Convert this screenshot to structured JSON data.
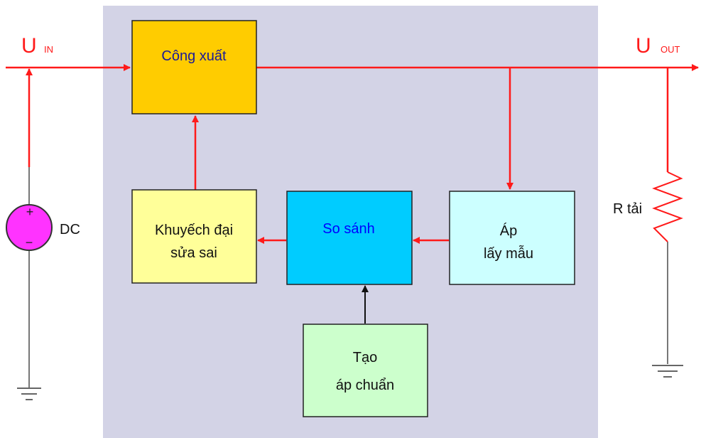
{
  "labels": {
    "u_in": "U",
    "u_in_sub": "IN",
    "u_out": "U",
    "u_out_sub": "OUT",
    "dc": "DC",
    "source_plus": "+",
    "source_minus": "−",
    "r_load": "R tải"
  },
  "blocks": {
    "power": {
      "line1": "Công xuất"
    },
    "error_amp": {
      "line1": "Khuyếch đại",
      "line2": "sửa sai"
    },
    "compare": {
      "line1": "So sánh"
    },
    "sampling": {
      "line1": "Áp",
      "line2": "lấy mẫu"
    },
    "reference": {
      "line1": "Tạo",
      "line2": "áp chuẩn"
    }
  },
  "colors": {
    "panel": "#d3d3e6",
    "red_line": "#ff1a1a",
    "gray_line": "#666666",
    "power_fill": "#ffcc00",
    "error_amp_fill": "#ffff99",
    "compare_fill": "#00ccff",
    "sampling_fill": "#ccffff",
    "reference_fill": "#ccffcc",
    "source_fill": "#ff33ff",
    "power_text": "#1a1a99",
    "compare_text": "#0000ff"
  }
}
